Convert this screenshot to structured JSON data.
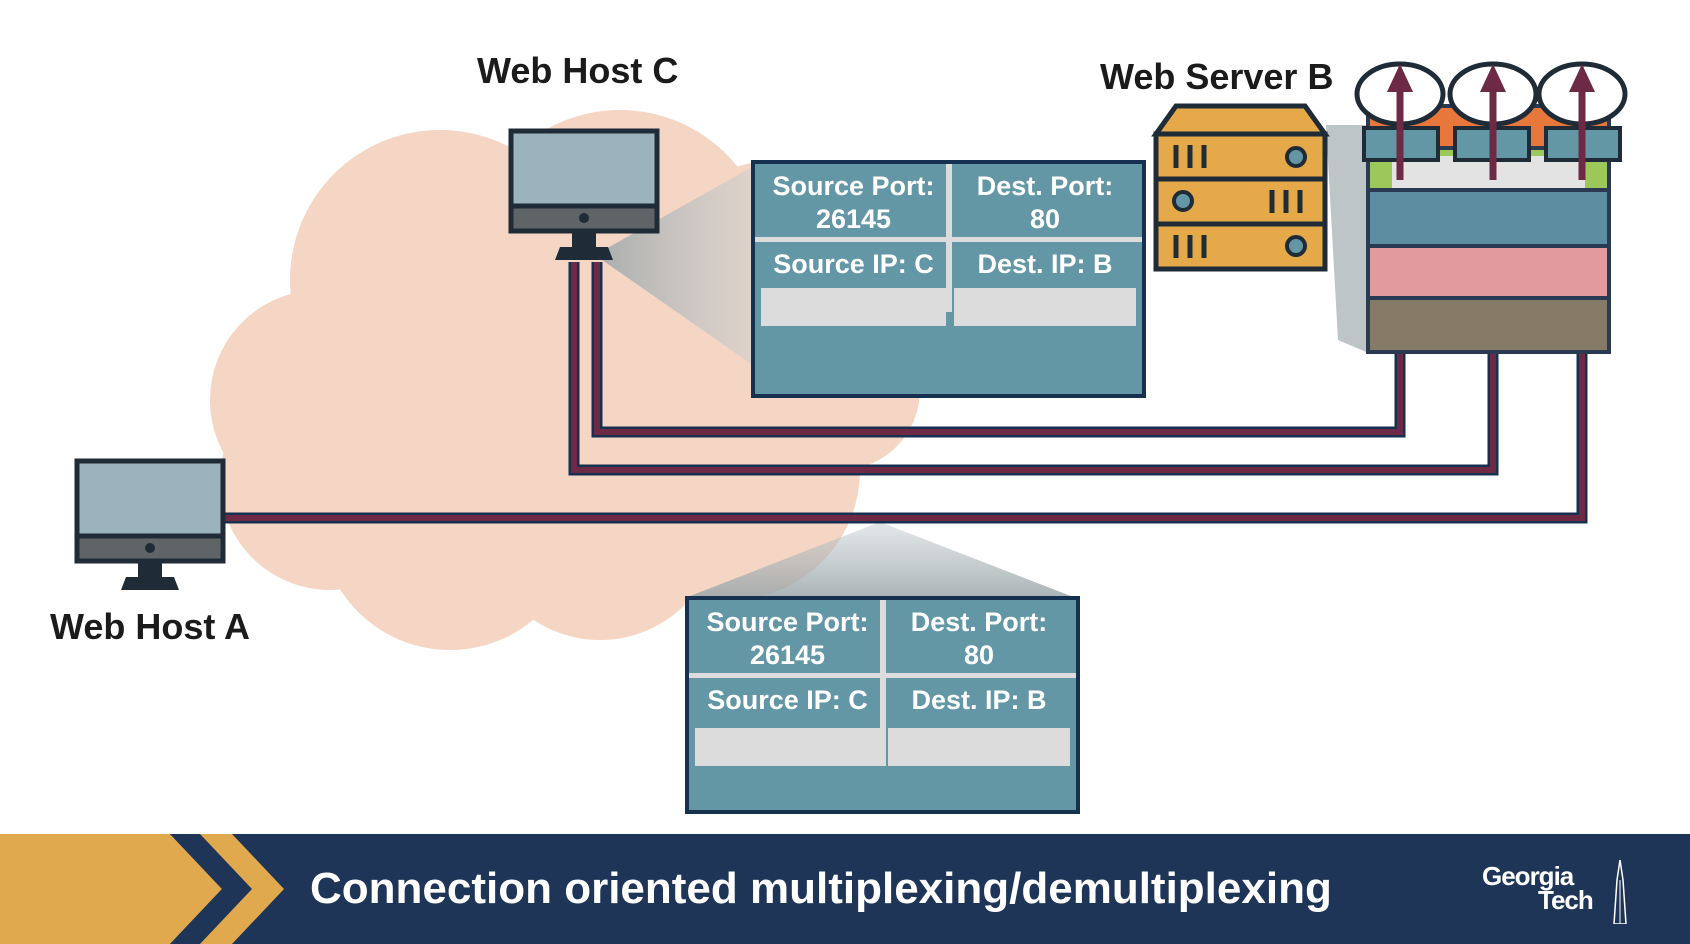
{
  "hosts": {
    "host_c": "Web Host C",
    "server_b": "Web Server B",
    "host_a": "Web Host A"
  },
  "packet_top": {
    "source_port_label": "Source Port:",
    "source_port_value": "26145",
    "dest_port_label": "Dest. Port:",
    "dest_port_value": "80",
    "source_ip": "Source IP: C",
    "dest_ip": "Dest. IP: B"
  },
  "packet_bottom": {
    "source_port_label": "Source Port:",
    "source_port_value": "26145",
    "dest_port_label": "Dest. Port:",
    "dest_port_value": "80",
    "source_ip": "Source IP: C",
    "dest_ip": "Dest. IP: B"
  },
  "footer": {
    "title": "Connection oriented multiplexing/demultiplexing",
    "logo_line1": "Georgia",
    "logo_line2": "Tech"
  },
  "colors": {
    "cloud": "#f5d5c4",
    "wire": "#6e2a45",
    "packet": "#6497a6",
    "outline": "#16304f",
    "server": "#e6a94a",
    "footer": "#1f3558",
    "footer_gold": "#e0a94d"
  }
}
